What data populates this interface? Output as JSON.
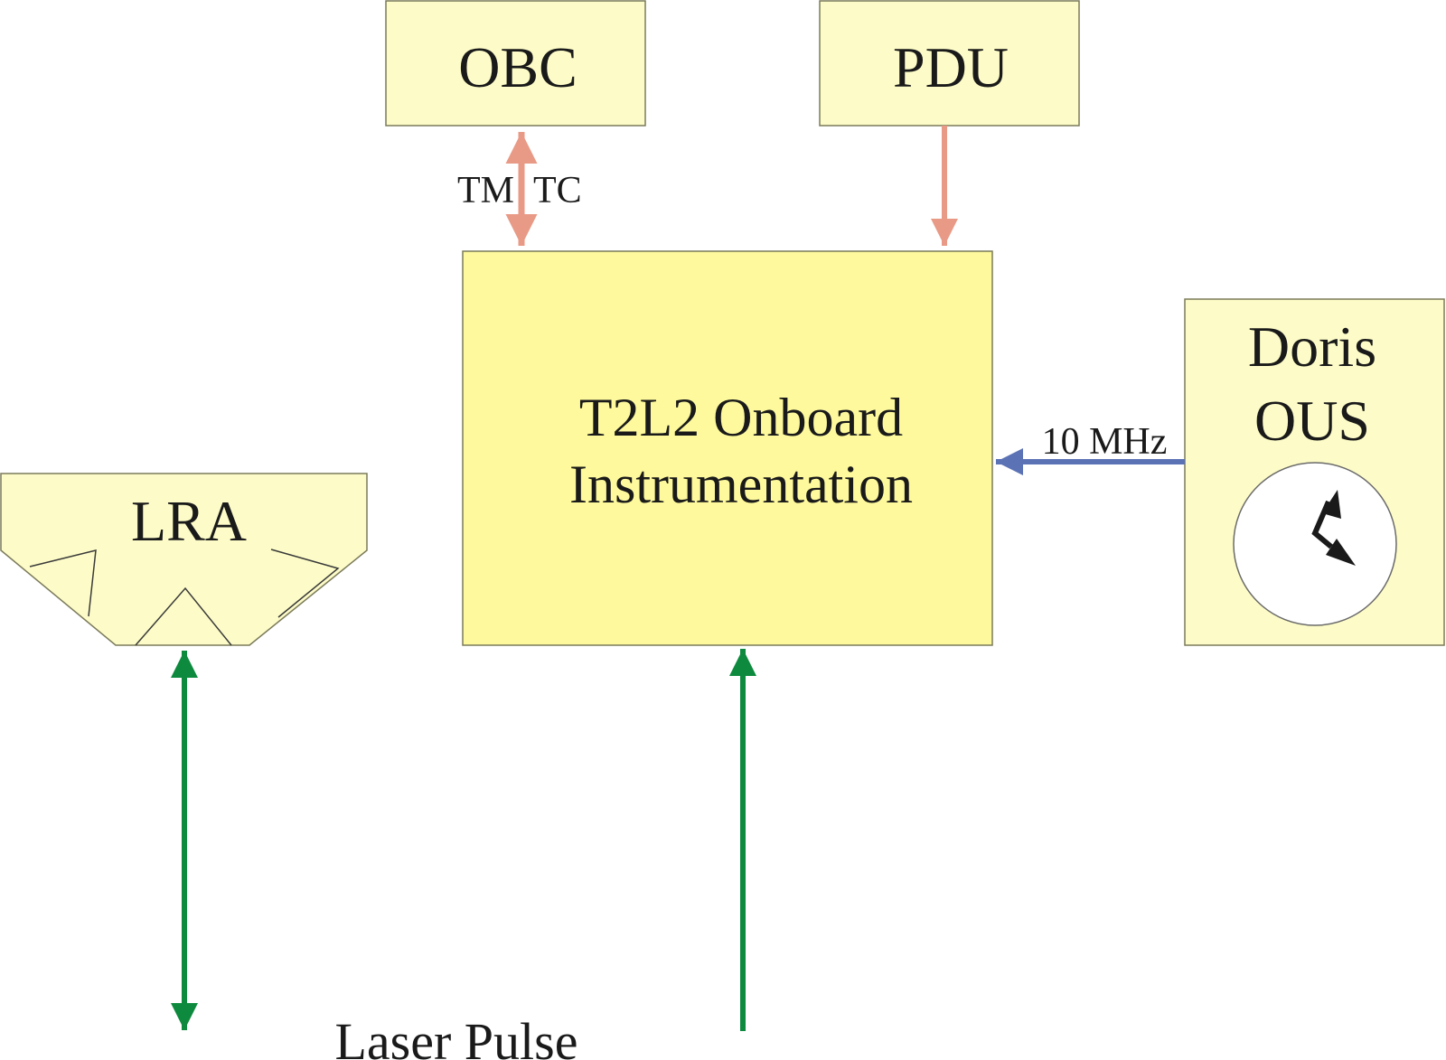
{
  "blocks": {
    "obc": {
      "label": "OBC"
    },
    "pdu": {
      "label": "PDU"
    },
    "t2l2": {
      "line1": "T2L2 Onboard",
      "line2": "Instrumentation"
    },
    "doris": {
      "line1": "Doris",
      "line2": "OUS"
    },
    "lra": {
      "label": "LRA"
    }
  },
  "links": {
    "obc_tm": "TM",
    "obc_tc": "TC",
    "doris_freq": "10 MHz",
    "laser": "Laser Pulse"
  },
  "colors": {
    "block_light": "#fdfcc8",
    "block_main": "#fdf99c",
    "border": "#7a7a5a",
    "arrow_obc_pdu": "#e89a86",
    "arrow_clock": "#5b72b5",
    "arrow_laser": "#0e8a3e",
    "clock_face": "#ffffff",
    "clock_hands": "#1a1a1a"
  },
  "icons": {
    "lra_reflector": "retroreflector-array-icon",
    "clock": "clock-icon"
  }
}
